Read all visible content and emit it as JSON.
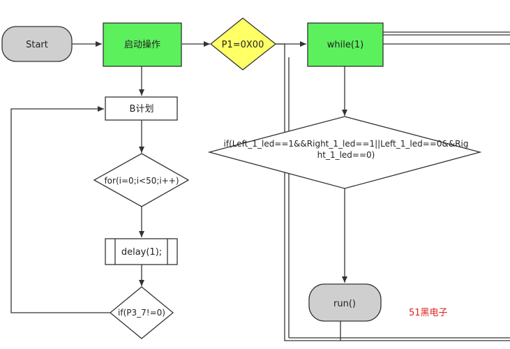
{
  "nodes": {
    "start": "Start",
    "init": "启动操作",
    "p1": "P1=0X00",
    "while": "while(1)",
    "planb": "B计划",
    "for": "for(i=0;i<50;i++)",
    "delay": "delay(1);",
    "ifp3": "if(P3_7!=0)",
    "cond_line1": "if(Left_1_led==1&&Right_1_led==1||Left_1_led==0&&Rig",
    "cond_line2": "ht_1_led==0)",
    "run": "run()"
  },
  "watermark": "51黑电子",
  "colors": {
    "process_green": "#5cf05c",
    "decision_yellow": "#ffff66",
    "terminal_gray": "#cfcfcf",
    "line": "#333333",
    "watermark": "#e02020"
  }
}
